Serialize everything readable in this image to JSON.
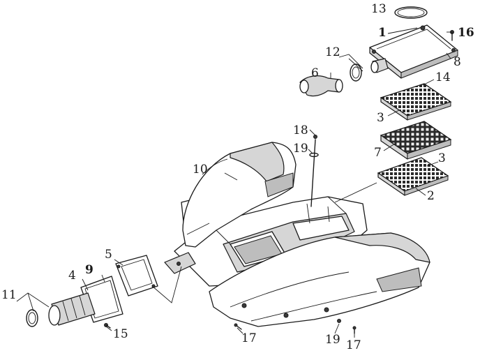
{
  "diagram": {
    "callouts": [
      {
        "id": "c13a",
        "label": "13"
      },
      {
        "id": "c1",
        "label": "1"
      },
      {
        "id": "c16",
        "label": "16"
      },
      {
        "id": "c12",
        "label": "12"
      },
      {
        "id": "c8",
        "label": "8"
      },
      {
        "id": "c6",
        "label": "6"
      },
      {
        "id": "c14",
        "label": "14"
      },
      {
        "id": "c3a",
        "label": "3"
      },
      {
        "id": "c18",
        "label": "18"
      },
      {
        "id": "c19a",
        "label": "19"
      },
      {
        "id": "c7",
        "label": "7"
      },
      {
        "id": "c3b",
        "label": "3"
      },
      {
        "id": "c10",
        "label": "10"
      },
      {
        "id": "c2",
        "label": "2"
      },
      {
        "id": "c5",
        "label": "5"
      },
      {
        "id": "c4",
        "label": "4"
      },
      {
        "id": "c9",
        "label": "9"
      },
      {
        "id": "c11",
        "label": "11"
      },
      {
        "id": "c15",
        "label": "15"
      },
      {
        "id": "c17a",
        "label": "17"
      },
      {
        "id": "c19b",
        "label": "19"
      },
      {
        "id": "c17b",
        "label": "17"
      }
    ]
  }
}
